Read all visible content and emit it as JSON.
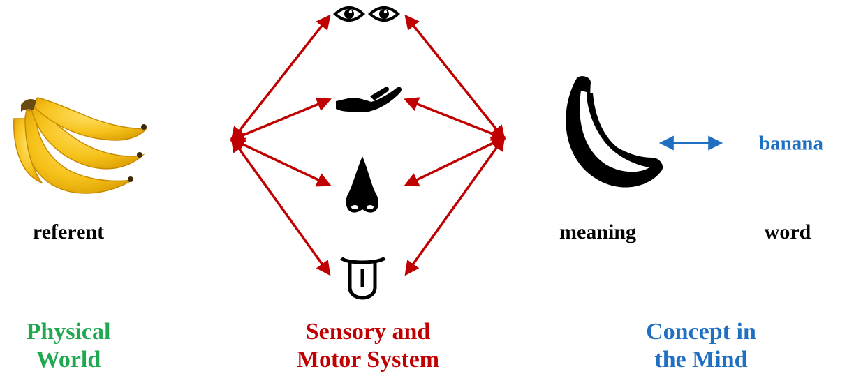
{
  "labels": {
    "referent": "referent",
    "meaning": "meaning",
    "word": "word",
    "word_example": "banana"
  },
  "sections": {
    "physical": [
      "Physical",
      "World"
    ],
    "sensory": [
      "Sensory and",
      "Motor System"
    ],
    "concept": [
      "Concept in",
      "the Mind"
    ]
  },
  "icons": {
    "fruit": "banana-photo",
    "meaning": "banana-icon",
    "senses": [
      "eyes-icon",
      "hand-icon",
      "nose-icon",
      "tongue-icon"
    ]
  },
  "colors": {
    "physical": "#1fa84f",
    "sensory": "#c00000",
    "concept": "#1f70c1",
    "text": "#000000"
  }
}
